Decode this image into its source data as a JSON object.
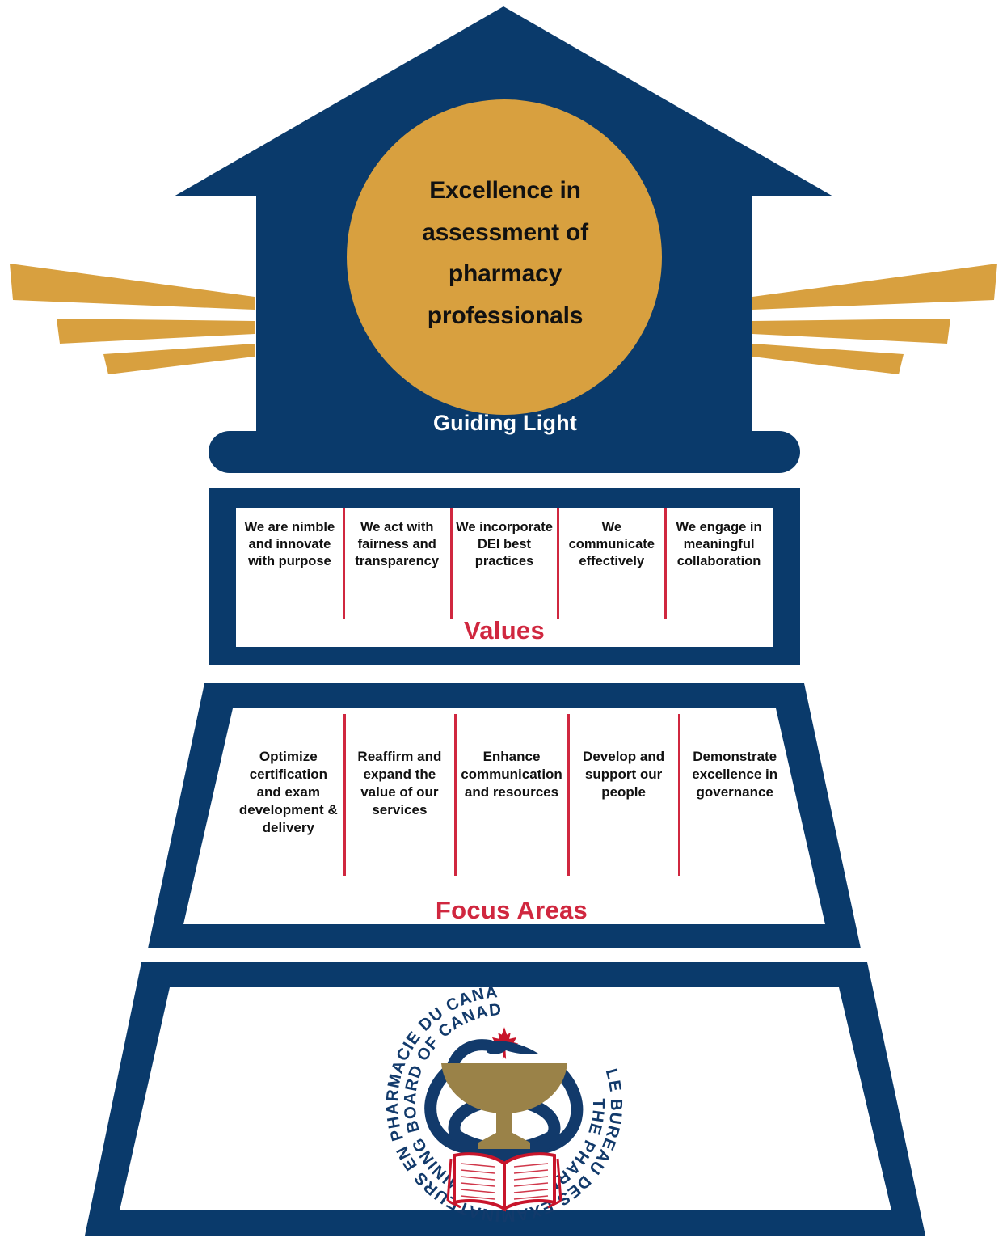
{
  "colors": {
    "navy": "#0A3A6B",
    "gold": "#D8A03F",
    "red": "#D0273F",
    "white": "#FFFFFF",
    "text": "#111111",
    "logo_navy": "#123A6B",
    "logo_gold": "#9A8248",
    "logo_red": "#C8152B"
  },
  "roof": {
    "circle_text_lines": [
      "Excellence in",
      "assessment of",
      "pharmacy",
      "professionals"
    ],
    "circle_text": "Excellence in assessment of pharmacy professionals",
    "label": "Guiding Light",
    "rays_left_count": 3,
    "rays_right_count": 3
  },
  "values": {
    "title": "Values",
    "items": [
      {
        "text": "We are nimble and innovate with purpose"
      },
      {
        "text": "We act with fairness and transparency"
      },
      {
        "text": "We incorporate DEI best practices"
      },
      {
        "text": "We communicate effectively"
      },
      {
        "text": "We engage in meaningful collaboration"
      }
    ]
  },
  "focus_areas": {
    "title": "Focus Areas",
    "items": [
      {
        "text": "Optimize certification and exam development & delivery"
      },
      {
        "text": "Reaffirm and expand the value of our services"
      },
      {
        "text": "Enhance communication and resources"
      },
      {
        "text": "Develop and support our people"
      },
      {
        "text": "Demonstrate excellence in governance"
      }
    ]
  },
  "foundation": {
    "logo": {
      "name": "pebc-logo",
      "outer_ring_text": "LE BUREAU DES EXAMINATEURS EN PHARMACIE DU CANADA",
      "inner_ring_text": "THE PHARMACY EXAMINING BOARD OF CANADA",
      "emblems": [
        "maple-leaf",
        "bowl-of-hygieia-snake",
        "open-book"
      ]
    }
  }
}
